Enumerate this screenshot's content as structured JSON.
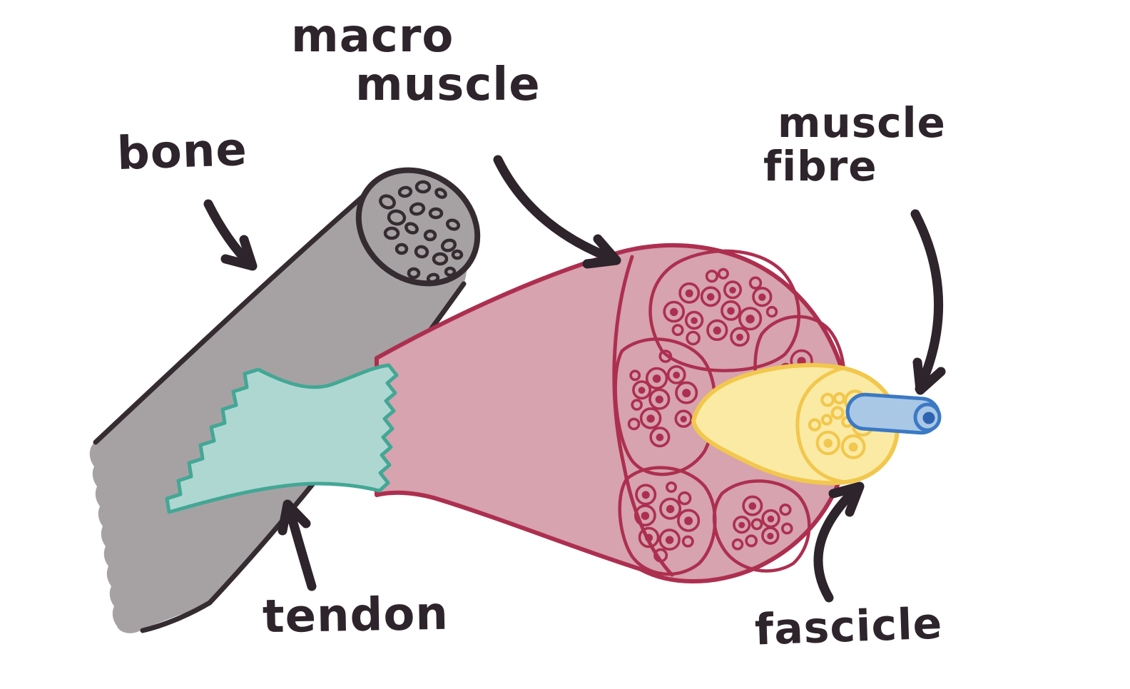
{
  "labels": {
    "bone": "bone",
    "macro_muscle_line1": "macro",
    "macro_muscle_line2": "muscle",
    "muscle_fibre_line1": "muscle",
    "muscle_fibre_line2": "fibre",
    "tendon": "tendon",
    "fascicle": "fascicle"
  },
  "colors": {
    "background": "#ffffff",
    "ink": "#2e242b",
    "bone_fill": "#a6a2a3",
    "bone_outline": "#352c31",
    "tendon_fill": "#aed7d2",
    "tendon_outline": "#43a795",
    "muscle_fill": "#d6a3ae",
    "muscle_outline": "#ad2f4f",
    "fascicle_fill": "#faeaa4",
    "fascicle_outline": "#f2c74d",
    "fibre_fill": "#a9c8e6",
    "fibre_outline": "#3c79c4",
    "fibre_core": "#2d63b0"
  }
}
